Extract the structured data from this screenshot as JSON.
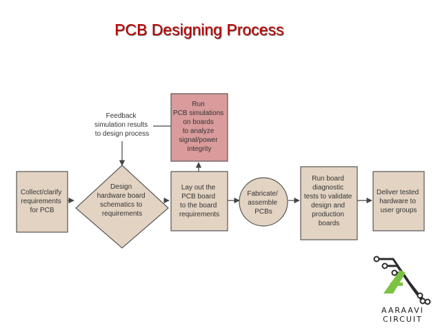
{
  "title": "PCB Designing Process",
  "diagram": {
    "collect": [
      "Collect/clarify",
      "requirements",
      "for PCB"
    ],
    "design": [
      "Design",
      "hardware board",
      "schematics to",
      "requirements"
    ],
    "layout": [
      "Lay out the",
      "PCB board",
      "to the board",
      "requirements"
    ],
    "fabricate": [
      "Fabricate/",
      "assemble",
      "PCBs"
    ],
    "diagnostic": [
      "Run board",
      "diagnostic",
      "tests to validate",
      "design and",
      "production",
      "boards"
    ],
    "deliver": [
      "Deliver tested",
      "hardware to",
      "user groups"
    ],
    "simulate": [
      "Run",
      "PCB simulations",
      "on boards",
      "to analyze",
      "signal/power",
      "integrity"
    ],
    "feedback": [
      "Feedback",
      "simulation results",
      "to design process"
    ]
  },
  "logo": {
    "line1": "AARAAVI",
    "line2": "CIRCUIT",
    "colors": {
      "green": "#7cc242",
      "dark": "#2b2b2b"
    }
  }
}
